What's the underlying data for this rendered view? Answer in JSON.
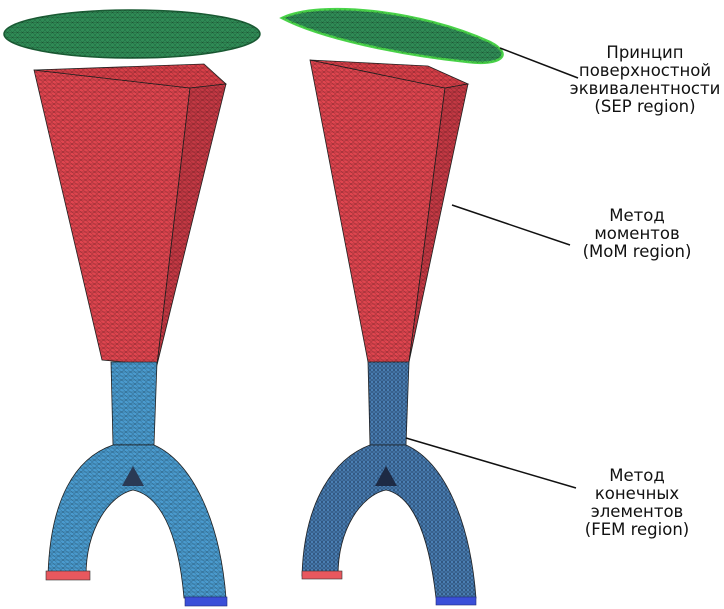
{
  "labels": {
    "sep": [
      "Принцип",
      "поверхностной",
      "эквивалентности",
      "(SEP region)"
    ],
    "mom": [
      "Метод",
      "моментов",
      "(MoM region)"
    ],
    "fem": [
      "Метод",
      "конечных",
      "элементов",
      "(FEM region)"
    ]
  },
  "colors": {
    "sep_region": "#2f8a55",
    "sep_outline": "#4ad44a",
    "mom_region": "#e0454f",
    "mom_shade": "#b8323c",
    "fem_region": "#4a9bcf",
    "fem_dense": "#3a5e8c",
    "port_red": "#e8585e",
    "port_blue": "#3a4fd8",
    "mesh_line": "#1a1a1a",
    "leader_line": "#111111"
  }
}
